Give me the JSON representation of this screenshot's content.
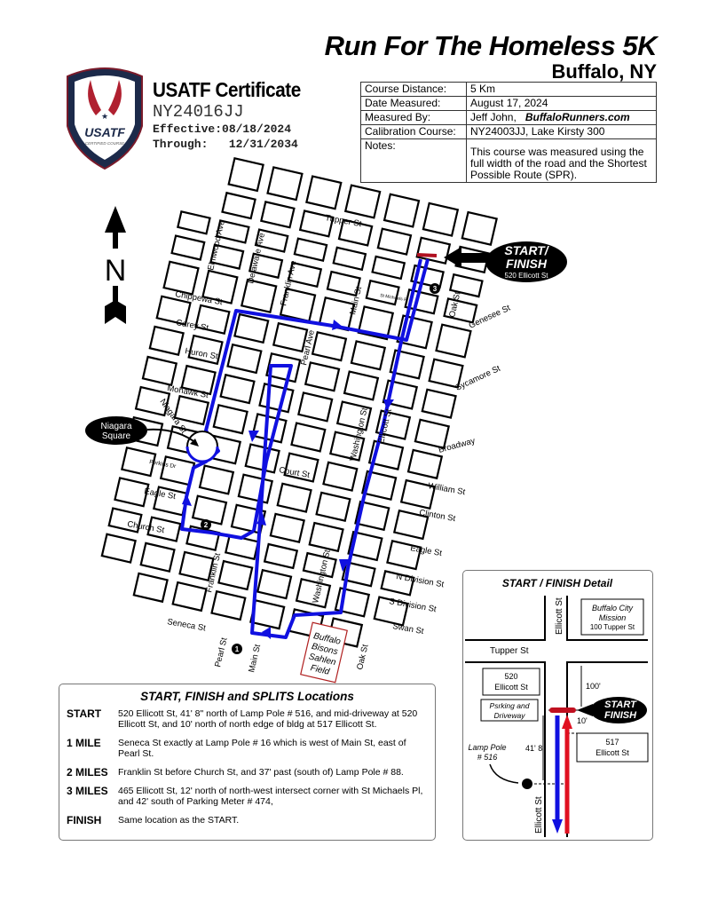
{
  "header": {
    "title": "Run For The Homeless 5K",
    "city": "Buffalo, NY"
  },
  "certificate": {
    "badge_text": "USATF",
    "badge_sub": "CERTIFIED COURSE",
    "title": "USATF Certificate",
    "number": "NY24016JJ",
    "effective_label": "Effective:",
    "effective": "08/18/2024",
    "through_label": "Through:",
    "through": "12/31/2034"
  },
  "info": {
    "rows": [
      {
        "k": "Course Distance:",
        "v": "5 Km"
      },
      {
        "k": "Date Measured:",
        "v": "August 17, 2024"
      },
      {
        "k": "Measured By:",
        "v": "Jeff John,",
        "v2": "BuffaloRunners.com"
      },
      {
        "k": "Calibration Course:",
        "v": "NY24003JJ, Lake Kirsty 300"
      },
      {
        "k": "Notes:",
        "v": "This course was measured using the full width of the road and the Shortest Possible Route (SPR)."
      }
    ]
  },
  "map": {
    "north": "N",
    "start_callout": {
      "line1": "START/",
      "line2": "FINISH",
      "address": "520 Ellicott St"
    },
    "niagara_callout": {
      "line1": "Niagara",
      "line2": "Square"
    },
    "field_label": {
      "line1": "Buffalo",
      "line2": "Bisons",
      "line3": "Sahlen",
      "line4": "Field"
    },
    "splits": [
      "1",
      "2",
      "3"
    ],
    "streets": {
      "tupper": "Tupper St",
      "elmwood": "Elmwood Ave",
      "delaware": "Delaware Ave",
      "franklin_ave": "Franklin Ave",
      "main": "Main St",
      "st_michaels": "St Michaels Pl",
      "oak": "Oak St",
      "chippewa": "Chippewa St",
      "carey": "Carey St",
      "huron": "Huron St",
      "pearl_ave": "Pearl Ave",
      "genesee": "Genesee St",
      "sycamore": "Sycamore St",
      "mohawk": "Mohawk St",
      "niagara": "Niagara St",
      "washington": "Washington St",
      "ellicott": "Ellicott St",
      "broadway": "Broadway",
      "perkins": "Perkins Dr",
      "court": "Court St",
      "william": "William St",
      "eagle_w": "Eagle St",
      "clinton": "Clinton St",
      "church": "Church St",
      "eagle_e": "Eagle St",
      "n_division": "N Division St",
      "franklin_st": "Franklin St",
      "washington_s": "Washington St",
      "s_division": "S Division St",
      "seneca": "Seneca St",
      "swan": "Swan St",
      "pearl_st": "Pearl St",
      "main_s": "Main St",
      "oak_s": "Oak St"
    },
    "route_color": "#1010e0"
  },
  "splits": {
    "title": "START, FINISH and SPLITS Locations",
    "rows": [
      {
        "label": "START",
        "text": "520 Ellicott St, 41' 8\" north of Lamp Pole # 516, and mid-driveway at 520 Ellicott St, and 10' north of north edge of bldg at 517 Ellicott St."
      },
      {
        "label": "1 MILE",
        "text": "Seneca St exactly at Lamp Pole # 16 which is west of Main St, east of Pearl St."
      },
      {
        "label": "2 MILES",
        "text": "Franklin St before Church St, and 37' past (south of) Lamp Pole # 88."
      },
      {
        "label": "3 MILES",
        "text": "465 Ellicott St,  12' north of north-west intersect corner with St Michaels Pl, and 42' south of Parking Meter # 474,"
      },
      {
        "label": "FINISH",
        "text": "Same location as the START."
      }
    ]
  },
  "detail": {
    "title": "START / FINISH Detail",
    "ellicott_top": "Ellicott St",
    "ellicott_bottom": "Ellicott St",
    "tupper": "Tupper St",
    "mission": {
      "line1": "Buffalo City",
      "line2": "Mission",
      "line3": "100 Tupper St"
    },
    "bldg520": {
      "line1": "520",
      "line2": "Ellicott St"
    },
    "parking": {
      "line1": "Psrking and",
      "line2": "Driveway"
    },
    "bldg517": {
      "line1": "517",
      "line2": "Ellicott St"
    },
    "dim_100": "100'",
    "dim_10": "10'",
    "dim_41": "41' 8\"",
    "lamp": {
      "line1": "Lamp Pole",
      "line2": "# 516"
    },
    "start_finish": {
      "line1": "START",
      "line2": "FINISH"
    },
    "out_color": "#1010e0",
    "in_color": "#e01020"
  }
}
